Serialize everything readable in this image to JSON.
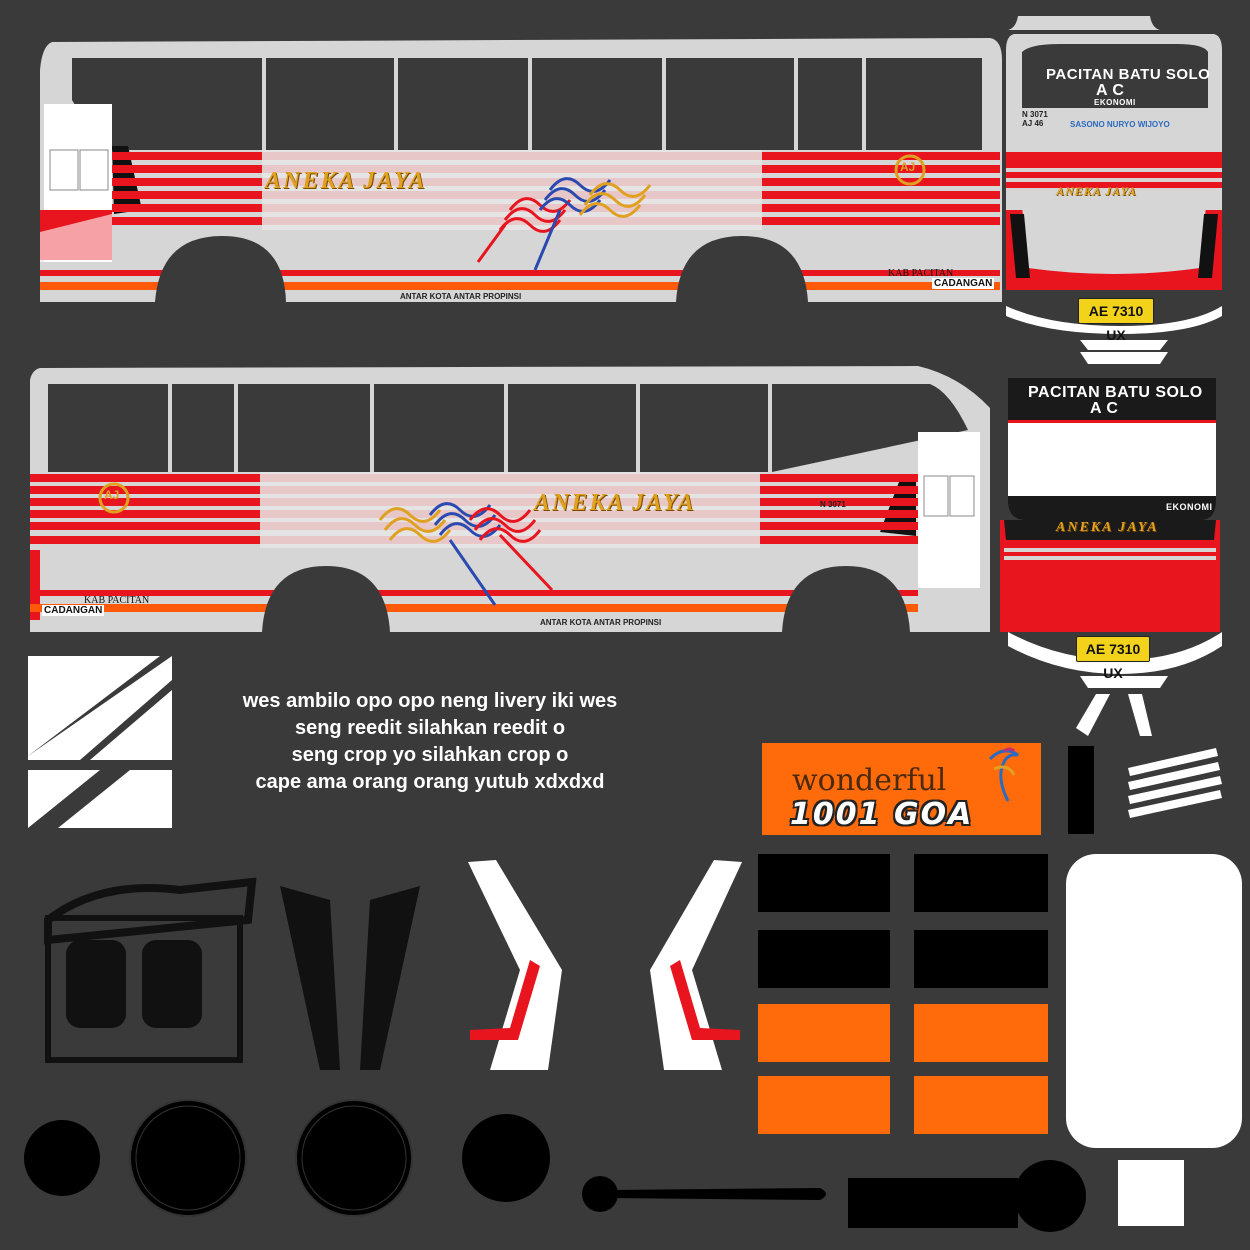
{
  "bus": {
    "brand": "ANEKA JAYA",
    "route": "PACITAN BATU SOLO",
    "ac": "A C",
    "class": "EKONOMI",
    "line": "ANTAR KOTA ANTAR PROPINSI",
    "region": "KAB PACITAN",
    "status": "CADANGAN",
    "code": "N 3071",
    "sub_code": "AJ 46",
    "crew": "SASONO NURYO WIJOYO",
    "plate": "AE 7310 UX",
    "logo": "AJ"
  },
  "message": [
    "wes ambilo opo opo neng livery iki wes",
    "seng reedit silahkan reedit o",
    "seng crop yo silahkan crop o",
    "cape ama orang orang yutub xdxdxd"
  ],
  "banner": {
    "line1": "wonderful",
    "line2": "1001 GOA"
  },
  "colors": {
    "background": "#3a3a3a",
    "body": "#d6d6d6",
    "stripe_red": "#e8141e",
    "stripe_orange": "#ff5a0a",
    "brand_gold": "#e0a020",
    "plate_yellow": "#f2d21a",
    "panel_orange": "#ff6a0a"
  }
}
